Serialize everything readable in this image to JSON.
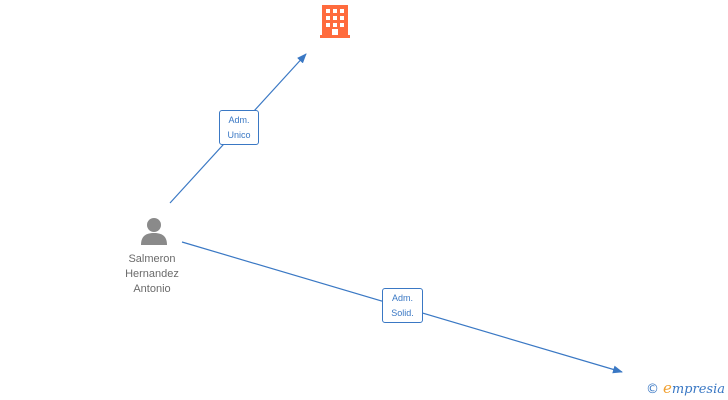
{
  "nodes": {
    "company": {
      "icon": "building-icon",
      "color": "#ff6b3d"
    },
    "person": {
      "icon": "person-icon",
      "color": "#8a8a8a",
      "name_lines": [
        "Salmeron",
        "Hernandez",
        "Antonio"
      ]
    },
    "company2": {
      "icon": "arrow-target"
    }
  },
  "edges": [
    {
      "id": "edge-adm-unico",
      "label_lines": [
        "Adm.",
        "Unico"
      ]
    },
    {
      "id": "edge-adm-solid",
      "label_lines": [
        "Adm.",
        "Solid."
      ]
    }
  ],
  "colors": {
    "edge": "#3a78c4",
    "label_border": "#3a78c4"
  },
  "watermark": {
    "symbol": "©",
    "brand_initial": "e",
    "brand_rest": "mpresia"
  }
}
